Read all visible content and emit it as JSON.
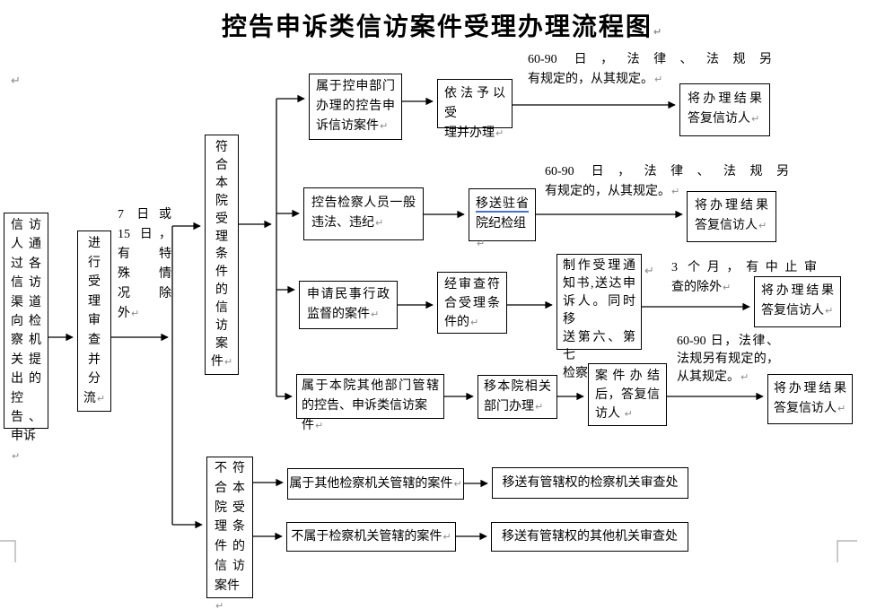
{
  "title": {
    "text": "控告申诉类信访案件受理办理流程图"
  },
  "marks": {
    "pilcrow": "↵"
  },
  "colors": {
    "text": "#000000",
    "box_border": "#000000",
    "underline_blue": "#4a6fd1",
    "pilcrow_gray": "#8c8c8c",
    "corner_mark_gray": "#a6a6a6"
  },
  "nodes": {
    "source": {
      "lines": [
        "信访",
        "人通",
        "过各",
        "信访",
        "渠道",
        "向检",
        "察机",
        "关提",
        "出的",
        "控告、",
        "申诉↵"
      ]
    },
    "triage": {
      "lines": [
        "进",
        "行",
        "受",
        "理",
        "审",
        "查",
        "并",
        "分",
        "流↵"
      ]
    },
    "note_7days": {
      "lines": [
        "7 日或",
        "15 日，",
        "有 特",
        "殊 情",
        "况 除",
        "外↵"
      ]
    },
    "qualified": {
      "lines": [
        "符",
        "合",
        "本",
        "院",
        "受",
        "理",
        "条",
        "件",
        "的",
        "信",
        "访",
        "案",
        "件↵"
      ]
    },
    "unqualified": {
      "lines": [
        "不符",
        "合本",
        "院受",
        "理条",
        "件的",
        "信访",
        "案件↵"
      ]
    },
    "r1_case": {
      "lines": [
        "属于控申部门",
        "办理的控告申",
        "诉信访案件↵"
      ]
    },
    "r1_handle": {
      "lines": [
        "依法予以受",
        "理并办理↵"
      ]
    },
    "r1_note": {
      "lines": [
        "60-90 日，法律、法规另",
        "有规定的，从其规定。↵"
      ]
    },
    "r1_result": {
      "lines": [
        "将办理结果",
        "答复信访人↵"
      ]
    },
    "r2_case": {
      "lines": [
        "控告检察人员一般",
        "违法、违纪↵"
      ]
    },
    "r2_handle": {
      "lines": [
        "移送驻省",
        "院纪检组↵"
      ]
    },
    "r2_note": {
      "lines": [
        "60-90 日，法律、法规另",
        "有规定的，从其规定。↵"
      ]
    },
    "r2_result": {
      "lines": [
        "将办理结果",
        "答复信访人↵"
      ]
    },
    "r3_case": {
      "lines": [
        "申请民事行政",
        "监督的案件↵"
      ]
    },
    "r3_review": {
      "lines": [
        "经审查符",
        "合受理条",
        "件的↵"
      ]
    },
    "r3_notice": {
      "lines": [
        "制作受理通",
        "知书,送达申",
        "诉人。同时移",
        "送第六、第七",
        "检察部。↵"
      ]
    },
    "r3_note": {
      "lines": [
        "3 个月，有中止审",
        "查的除外↵"
      ]
    },
    "r3_result": {
      "lines": [
        "将办理结果",
        "答复信访人↵"
      ]
    },
    "r4_case": {
      "lines": [
        "属于本院其他部门管辖",
        "的控告、申诉类信访案件↵"
      ]
    },
    "r4_transfer": {
      "lines": [
        "移本院相关",
        "部门办理↵"
      ]
    },
    "r4_reply": {
      "lines": [
        "案件办结",
        "后，答复信",
        "访人 ↵"
      ]
    },
    "r4_note": {
      "lines": [
        "60-90 日，法律、",
        "法规另有规定的，",
        "从其规定。↵"
      ]
    },
    "r4_result": {
      "lines": [
        "将办理结果",
        "答复信访人↵"
      ]
    },
    "b1_case": {
      "lines": [
        "属于其他检察机关管辖的案件↵"
      ]
    },
    "b1_action": {
      "lines": [
        "移送有管辖权的检察机关审查处"
      ]
    },
    "b2_case": {
      "lines": [
        "不属于检察机关管辖的案件↵"
      ]
    },
    "b2_action": {
      "lines": [
        "移送有管辖权的其他机关审查处"
      ]
    }
  }
}
